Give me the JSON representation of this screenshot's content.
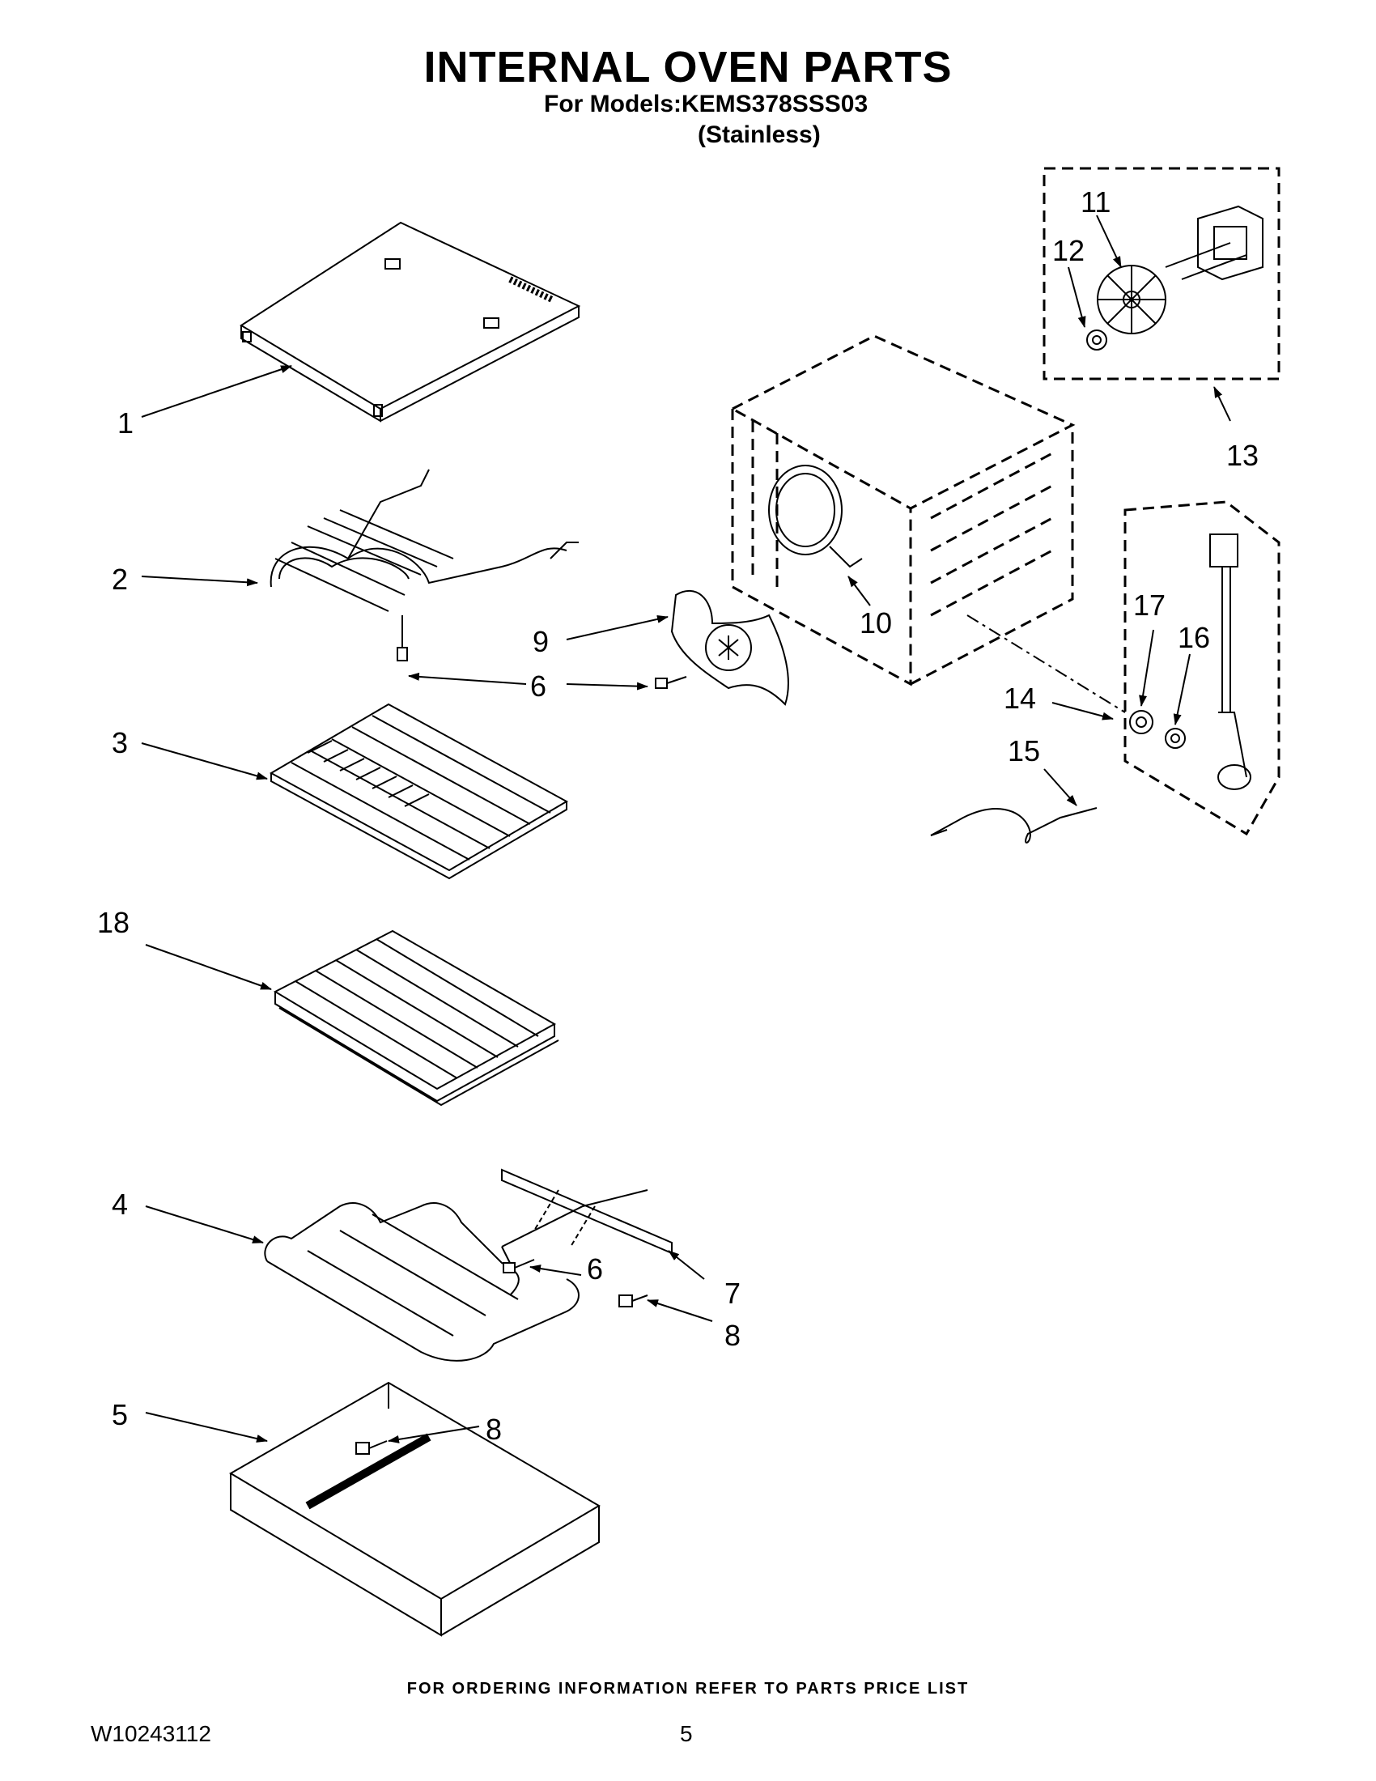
{
  "header": {
    "title": "INTERNAL OVEN PARTS",
    "model_line": "For Models:KEMS378SSS03",
    "finish": "(Stainless)"
  },
  "callouts": [
    {
      "id": "c1",
      "label": "1"
    },
    {
      "id": "c2",
      "label": "2"
    },
    {
      "id": "c3",
      "label": "3"
    },
    {
      "id": "c4",
      "label": "4"
    },
    {
      "id": "c5",
      "label": "5"
    },
    {
      "id": "c6a",
      "label": "6"
    },
    {
      "id": "c6b",
      "label": "6"
    },
    {
      "id": "c7",
      "label": "7"
    },
    {
      "id": "c8a",
      "label": "8"
    },
    {
      "id": "c8b",
      "label": "8"
    },
    {
      "id": "c9",
      "label": "9"
    },
    {
      "id": "c10",
      "label": "10"
    },
    {
      "id": "c11",
      "label": "11"
    },
    {
      "id": "c12",
      "label": "12"
    },
    {
      "id": "c13",
      "label": "13"
    },
    {
      "id": "c14",
      "label": "14"
    },
    {
      "id": "c15",
      "label": "15"
    },
    {
      "id": "c16",
      "label": "16"
    },
    {
      "id": "c17",
      "label": "17"
    },
    {
      "id": "c18",
      "label": "18"
    }
  ],
  "footer": {
    "ordering_note": "FOR ORDERING INFORMATION REFER TO PARTS PRICE LIST",
    "document_number": "W10243112",
    "page_number": "5"
  }
}
